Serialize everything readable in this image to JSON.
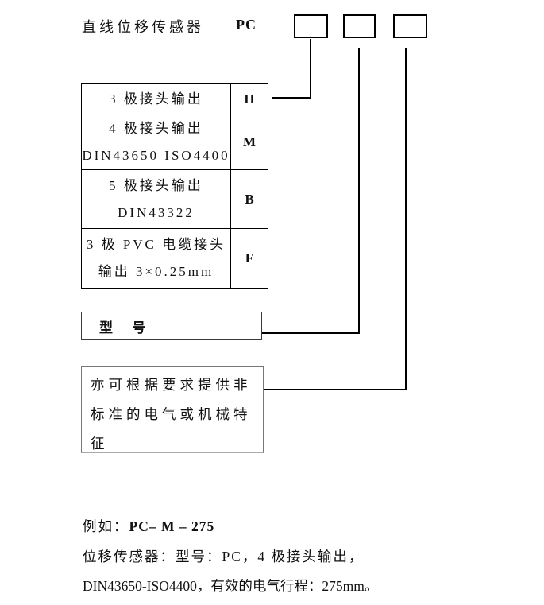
{
  "header": {
    "product_label": "直线位移传感器",
    "prefix": "PC",
    "code_boxes": [
      "",
      "",
      ""
    ]
  },
  "options_table": {
    "rows": [
      {
        "lines": [
          "3 极接头输出"
        ],
        "code": "H"
      },
      {
        "lines": [
          "4 极接头输出",
          "DIN43650 ISO4400"
        ],
        "code": "M"
      },
      {
        "lines": [
          "5 极接头输出",
          "DIN43322"
        ],
        "code": "B"
      },
      {
        "lines": [
          "3 极 PVC 电缆接头",
          "输出 3×0.25mm"
        ],
        "code": "F"
      }
    ]
  },
  "model_box": {
    "label": "型 号"
  },
  "note_box": {
    "text": "亦可根据要求提供非标准的电气或机械特征"
  },
  "example": {
    "prefix": "例如：",
    "code": "PC– M – 275",
    "line2": "位移传感器：型号：PC，4 极接头输出，",
    "line3": "DIN43650-ISO4400，有效的电气行程：275mm。"
  },
  "colors": {
    "page_background": "#ffffff",
    "text": "#111111",
    "line": "#000000",
    "box_border": "#3a3a3a",
    "note_border": "#777777"
  }
}
